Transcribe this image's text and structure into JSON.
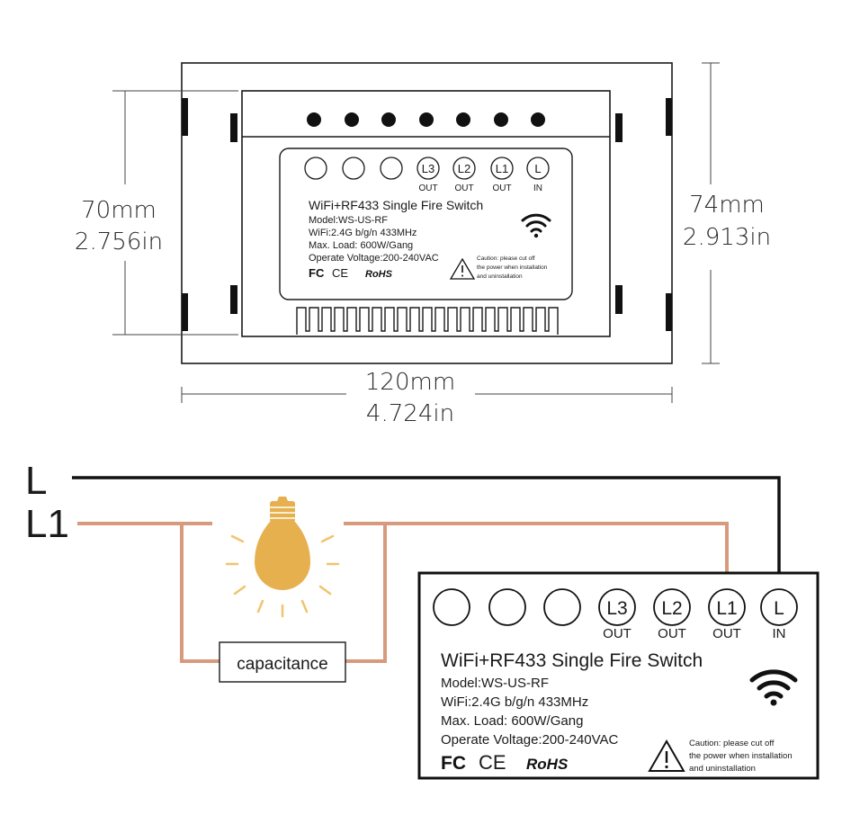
{
  "dimensions": {
    "height_left": {
      "mm": "70mm",
      "in": "2.756in"
    },
    "height_right": {
      "mm": "74mm",
      "in": "2.913in"
    },
    "width_bottom": {
      "mm": "120mm",
      "in": "4.724in"
    }
  },
  "device_label": {
    "title": "WiFi+RF433 Single Fire Switch",
    "model": "Model:WS-US-RF",
    "wifi": "WiFi:2.4G b/g/n 433MHz",
    "max_load": "Max. Load: 600W/Gang",
    "voltage": "Operate Voltage:200-240VAC",
    "caution_line1": "Caution: please cut off",
    "caution_line2": "the power when installation",
    "caution_line3": "and uninstallation",
    "cert_fc": "FC",
    "cert_ce": "CE",
    "cert_rohs": "RoHS"
  },
  "terminals": [
    {
      "label": "L3",
      "sub": "OUT"
    },
    {
      "label": "L2",
      "sub": "OUT"
    },
    {
      "label": "L1",
      "sub": "OUT"
    },
    {
      "label": "L",
      "sub": "IN"
    }
  ],
  "wiring": {
    "line_L": "L",
    "line_L1": "L1",
    "component": "capacitance"
  },
  "colors": {
    "live_wire": "#111111",
    "load_wire": "#d79a7c",
    "bulb": "#e6b04f",
    "rays": "#f0c46e"
  },
  "icons": [
    "wifi-icon",
    "warning-triangle-icon",
    "light-bulb-icon"
  ]
}
